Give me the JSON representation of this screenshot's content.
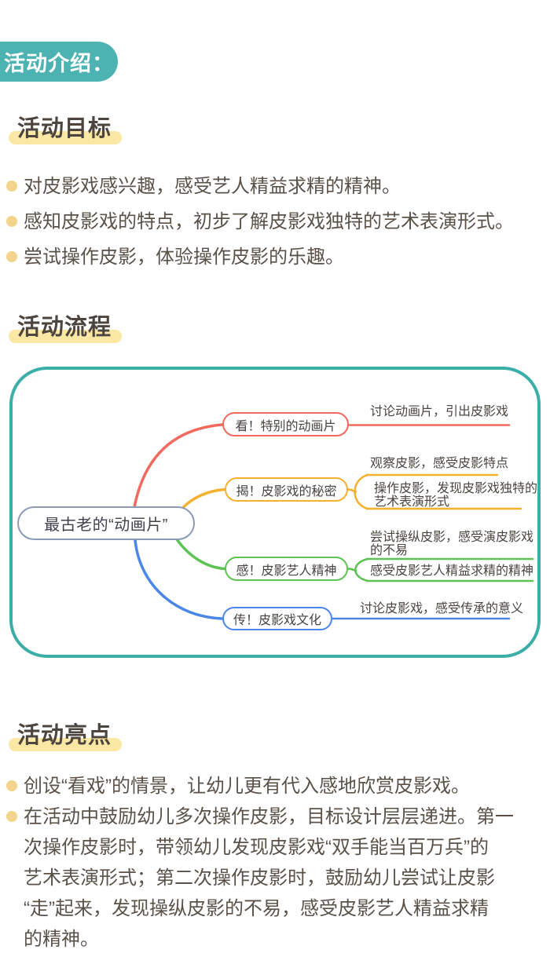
{
  "badge": {
    "label": "活动介绍："
  },
  "sections": {
    "goals": {
      "title": "活动目标",
      "items": [
        "对皮影戏感兴趣，感受艺人精益求精的精神。",
        "感知皮影戏的特点，初步了解皮影戏独特的艺术表演形式。",
        "尝试操作皮影，体验操作皮影的乐趣。"
      ]
    },
    "flow": {
      "title": "活动流程"
    },
    "highlights": {
      "title": "活动亮点",
      "items": [
        "创设“看戏”的情景，让幼儿更有代入感地欣赏皮影戏。",
        "在活动中鼓励幼儿多次操作皮影，目标设计层层递进。第一\n次操作皮影时，带领幼儿发现皮影戏“双手能当百万兵”的\n艺术表演形式；第二次操作皮影时，鼓励幼儿尝试让皮影\n“走”起来，发现操纵皮影的不易，感受皮影艺人精益求精\n的精神。"
      ]
    }
  },
  "mindmap": {
    "frame_color": "#3BAEA7",
    "root": {
      "label": "最古老的“动画片”",
      "border_color": "#8C9AB5"
    },
    "branches": [
      {
        "label": "看！特别的动画片",
        "color": "#F26A5F",
        "leaves": [
          "讨论动画片，引出皮影戏"
        ]
      },
      {
        "label": "揭！皮影戏的秘密",
        "color": "#F5B02D",
        "leaves": [
          "观察皮影，感受皮影特点",
          "操作皮影，发现皮影戏独特的\n艺术表演形式"
        ]
      },
      {
        "label": "感！皮影艺人精神",
        "color": "#5DC354",
        "leaves": [
          "尝试操纵皮影，感受演皮影戏\n的不易",
          "感受皮影艺人精益求精的精神"
        ]
      },
      {
        "label": "传！皮影戏文化",
        "color": "#4A87E9",
        "leaves": [
          "讨论皮影戏，感受传承的意义"
        ]
      }
    ]
  },
  "colors": {
    "badge_bg": "#4DB2B2",
    "title_highlight": "#FBE8A4",
    "bullet_dot": "#F2D48A"
  }
}
